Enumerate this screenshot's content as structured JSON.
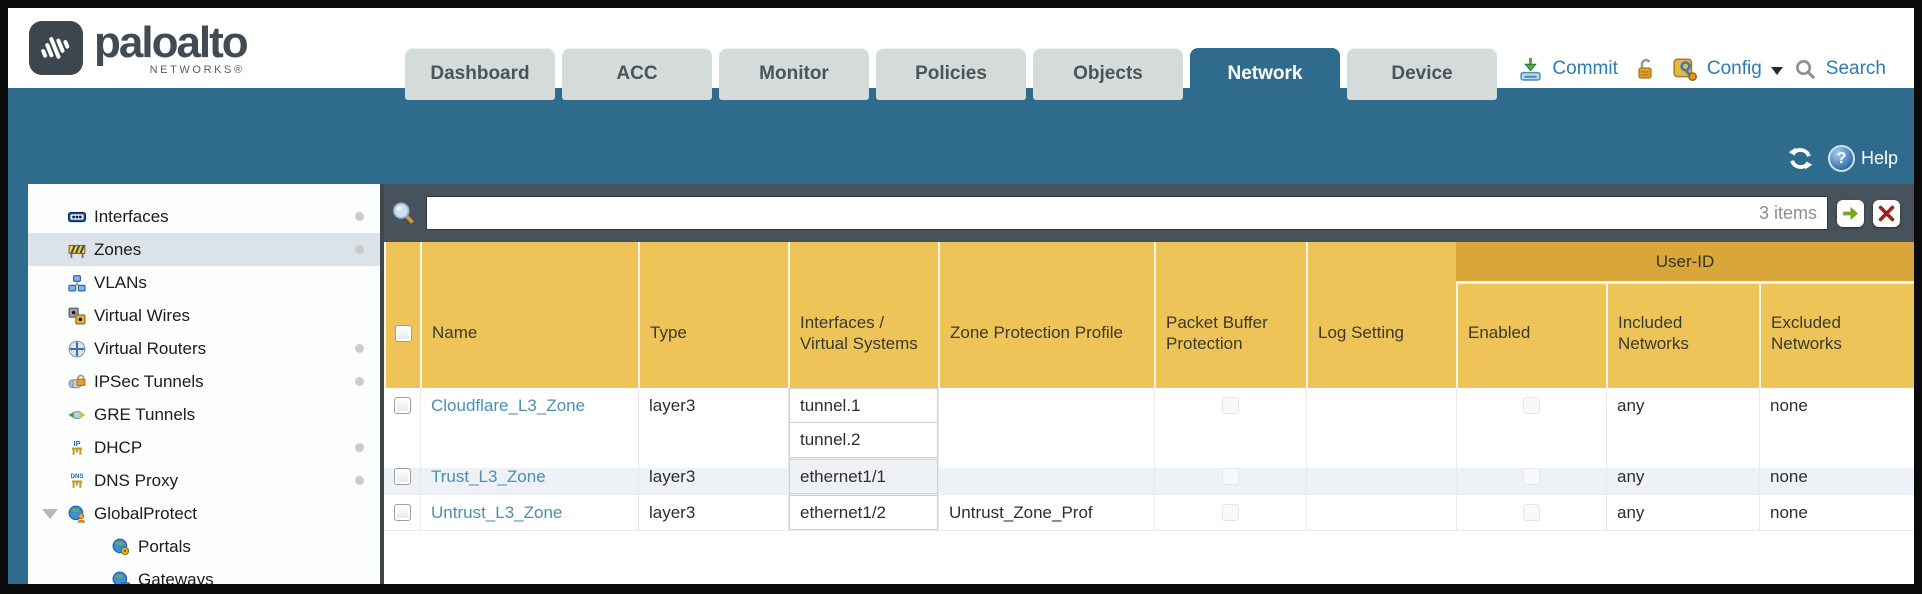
{
  "header": {
    "brand": "paloalto",
    "brand_sub": "NETWORKS®",
    "tabs": [
      {
        "label": "Dashboard",
        "active": false
      },
      {
        "label": "ACC",
        "active": false
      },
      {
        "label": "Monitor",
        "active": false
      },
      {
        "label": "Policies",
        "active": false
      },
      {
        "label": "Objects",
        "active": false
      },
      {
        "label": "Network",
        "active": true
      },
      {
        "label": "Device",
        "active": false
      }
    ],
    "actions": {
      "commit": "Commit",
      "config": "Config",
      "search": "Search"
    }
  },
  "band": {
    "help_label": "Help"
  },
  "sidebar": {
    "items": [
      {
        "label": "Interfaces",
        "icon": "interfaces-icon",
        "dot": true,
        "selected": false
      },
      {
        "label": "Zones",
        "icon": "zones-icon",
        "dot": true,
        "selected": true
      },
      {
        "label": "VLANs",
        "icon": "vlans-icon",
        "dot": false,
        "selected": false
      },
      {
        "label": "Virtual Wires",
        "icon": "virtual-wires-icon",
        "dot": false,
        "selected": false
      },
      {
        "label": "Virtual Routers",
        "icon": "virtual-routers-icon",
        "dot": true,
        "selected": false
      },
      {
        "label": "IPSec Tunnels",
        "icon": "ipsec-tunnels-icon",
        "dot": true,
        "selected": false
      },
      {
        "label": "GRE Tunnels",
        "icon": "gre-tunnels-icon",
        "dot": false,
        "selected": false
      },
      {
        "label": "DHCP",
        "icon": "dhcp-icon",
        "dot": true,
        "selected": false
      },
      {
        "label": "DNS Proxy",
        "icon": "dns-proxy-icon",
        "dot": true,
        "selected": false
      },
      {
        "label": "GlobalProtect",
        "icon": "globalprotect-icon",
        "dot": false,
        "selected": false,
        "expanded": true
      },
      {
        "label": "Portals",
        "icon": "portals-icon",
        "dot": false,
        "selected": false,
        "indent": true
      },
      {
        "label": "Gateways",
        "icon": "gateways-icon",
        "dot": false,
        "selected": false,
        "indent": true
      }
    ]
  },
  "filter": {
    "value": "",
    "items_count": "3 items"
  },
  "table": {
    "group_header": "User-ID",
    "columns": [
      "",
      "Name",
      "Type",
      "Interfaces / Virtual Systems",
      "Zone Protection Profile",
      "Packet Buffer Protection",
      "Log Setting",
      "Enabled",
      "Included Networks",
      "Excluded Networks"
    ],
    "rows": [
      {
        "name": "Cloudflare_L3_Zone",
        "type": "layer3",
        "interfaces": [
          "tunnel.1",
          "tunnel.2"
        ],
        "zone_protection_profile": "",
        "packet_buffer_protection": false,
        "log_setting": "",
        "user_id_enabled": false,
        "included_networks": "any",
        "excluded_networks": "none"
      },
      {
        "name": "Trust_L3_Zone",
        "type": "layer3",
        "interfaces": [
          "ethernet1/1"
        ],
        "zone_protection_profile": "",
        "packet_buffer_protection": false,
        "log_setting": "",
        "user_id_enabled": false,
        "included_networks": "any",
        "excluded_networks": "none"
      },
      {
        "name": "Untrust_L3_Zone",
        "type": "layer3",
        "interfaces": [
          "ethernet1/2"
        ],
        "zone_protection_profile": "Untrust_Zone_Prof",
        "packet_buffer_protection": false,
        "log_setting": "",
        "user_id_enabled": false,
        "included_networks": "any",
        "excluded_networks": "none"
      }
    ]
  },
  "colors": {
    "teal_accent": "#2f6b8d",
    "header_amber": "#eec459",
    "group_band_amber": "#d9a63a",
    "filter_bar": "#47525a",
    "link_blue": "#4b8fb5",
    "action_blue": "#2c7cb0"
  }
}
